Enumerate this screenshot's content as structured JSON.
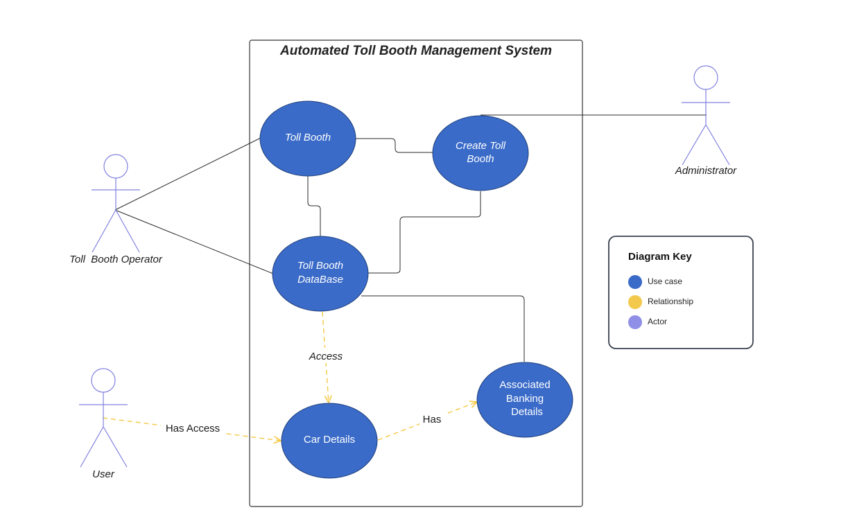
{
  "system": {
    "title": "Automated Toll Booth Management System"
  },
  "colors": {
    "use_case": "#3a6bc8",
    "use_case_stroke": "#1f3f7a",
    "relationship": "#f2c94c",
    "relationship_line": "#f5c842",
    "actor": "#8f8fe8",
    "actor_stroke": "#8080e0",
    "solid_line": "#2a2a2a"
  },
  "use_cases": {
    "toll_booth": {
      "lines": [
        "Toll Booth"
      ]
    },
    "create_toll_booth": {
      "lines": [
        "Create Toll",
        "Booth"
      ]
    },
    "toll_booth_database": {
      "lines": [
        "Toll Booth",
        "DataBase"
      ]
    },
    "car_details": {
      "lines": [
        "Car Details"
      ]
    },
    "associated_banking_details": {
      "lines": [
        "Associated",
        "Banking",
        "Details"
      ]
    }
  },
  "actors": {
    "toll_booth_operator": {
      "label": "Toll  Booth Operator"
    },
    "administrator": {
      "label": "Administrator"
    },
    "user": {
      "label": "User"
    }
  },
  "relationships": {
    "access": {
      "label": "Access"
    },
    "has_access": {
      "label": "Has Access"
    },
    "has": {
      "label": "Has"
    }
  },
  "key": {
    "title": "Diagram Key",
    "items": [
      {
        "label": "Use case",
        "color": "#3a6bc8"
      },
      {
        "label": "Relationship",
        "color": "#f2c94c"
      },
      {
        "label": "Actor",
        "color": "#8f8fe8"
      }
    ]
  }
}
